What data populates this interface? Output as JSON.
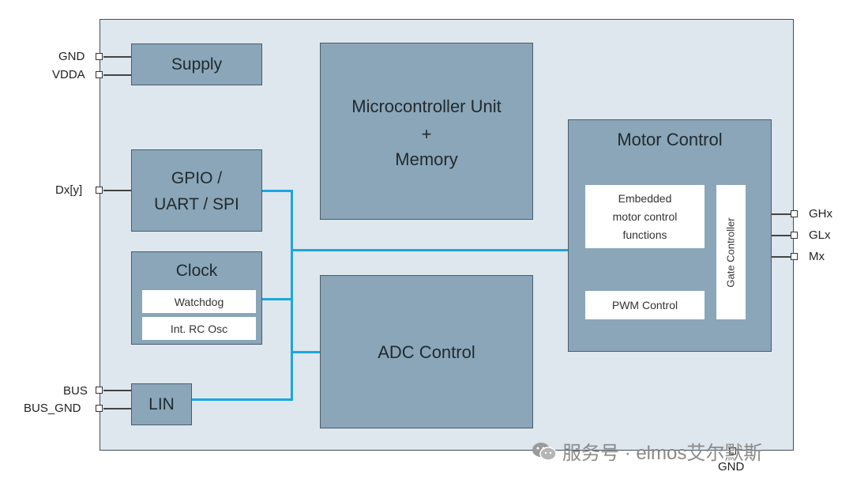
{
  "pins_left": {
    "gnd": "GND",
    "vdda": "VDDA",
    "dxy": "Dx[y]",
    "bus": "BUS",
    "bus_gnd": "BUS_GND"
  },
  "pins_right": {
    "ghx": "GHx",
    "glx": "GLx",
    "mx": "Mx"
  },
  "pin_bottom": {
    "gnd": "GND"
  },
  "blocks": {
    "supply": "Supply",
    "gpio_line1": "GPIO /",
    "gpio_line2": "UART / SPI",
    "clock": "Clock",
    "watchdog": "Watchdog",
    "rc_osc": "Int. RC Osc",
    "lin": "LIN",
    "mcu_line1": "Microcontroller Unit",
    "mcu_line2": "+",
    "mcu_line3": "Memory",
    "adc": "ADC Control",
    "motor": "Motor Control",
    "embedded_line1": "Embedded",
    "embedded_line2": "motor control",
    "embedded_line3": "functions",
    "pwm": "PWM Control",
    "gate": "Gate Controller"
  },
  "colors": {
    "chip_fill": "#dee6ee",
    "block_fill": "#8aa6b8",
    "bus_line": "#1aa7e0"
  },
  "watermark": {
    "icon": "wechat-icon",
    "text": "服务号 · elmos艾尔默斯"
  }
}
